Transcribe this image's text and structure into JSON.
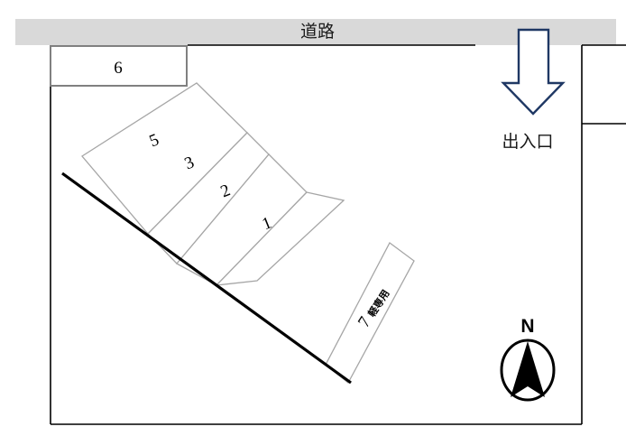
{
  "diagram": {
    "title_banner": {
      "label": "道路",
      "bg_color": "#d9d9d9"
    },
    "gate": {
      "label": "出入口",
      "arrow_direction": "down",
      "arrow_color": "#1f3864"
    },
    "compass": {
      "label": "N"
    },
    "stalls": [
      {
        "id": "6",
        "label": "6",
        "shape": "rectangle",
        "note": ""
      },
      {
        "id": "5",
        "label": "5",
        "shape": "angled",
        "note": ""
      },
      {
        "id": "3",
        "label": "3",
        "shape": "angled",
        "note": ""
      },
      {
        "id": "2",
        "label": "2",
        "shape": "angled",
        "note": ""
      },
      {
        "id": "1",
        "label": "1",
        "shape": "angled",
        "note": ""
      },
      {
        "id": "7",
        "label": "7",
        "shape": "angled-narrow",
        "note": "軽専用"
      }
    ],
    "colors": {
      "stall_stroke": "#a6a6a6",
      "boundary_stroke": "#000000",
      "box6_stroke": "#808080",
      "banner_stroke": "#808080"
    }
  }
}
